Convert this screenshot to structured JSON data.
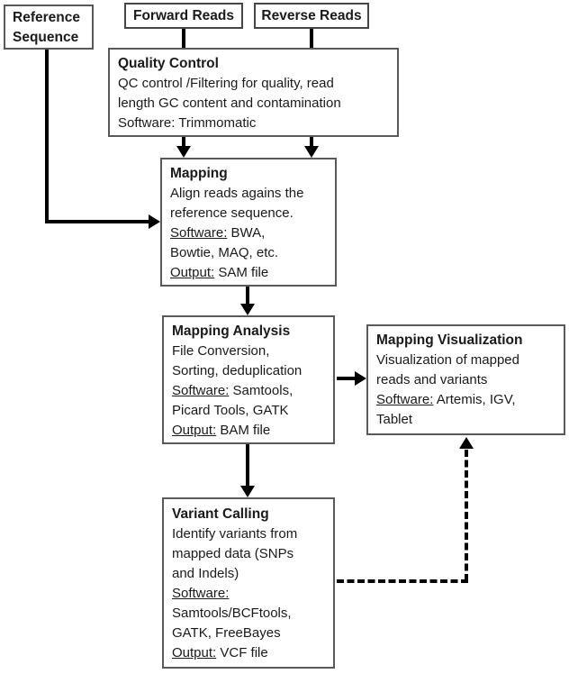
{
  "diagram": {
    "colors": {
      "background": "#ffffff",
      "box_border": "#595959",
      "text": "#1a1a1a",
      "connector": "#000000"
    },
    "boxes": {
      "reference_sequence": {
        "lines": [
          [
            {
              "t": "Reference",
              "b": true
            }
          ],
          [
            {
              "t": "Sequence",
              "b": true
            }
          ]
        ]
      },
      "forward_reads": {
        "lines": [
          [
            {
              "t": "Forward Reads",
              "b": true
            }
          ]
        ]
      },
      "reverse_reads": {
        "lines": [
          [
            {
              "t": "Reverse Reads",
              "b": true
            }
          ]
        ]
      },
      "quality_control": {
        "lines": [
          [
            {
              "t": "Quality Control",
              "b": true
            }
          ],
          [
            {
              "t": "QC control /Filtering for quality, read"
            }
          ],
          [
            {
              "t": "length GC content and contamination"
            }
          ],
          [
            {
              "t": "Software: Trimmomatic"
            }
          ]
        ]
      },
      "mapping": {
        "lines": [
          [
            {
              "t": "Mapping",
              "b": true
            }
          ],
          [
            {
              "t": "Align reads agains the"
            }
          ],
          [
            {
              "t": "reference sequence."
            }
          ],
          [
            {
              "t": "Software:",
              "u": true
            },
            {
              "t": " BWA,"
            }
          ],
          [
            {
              "t": "Bowtie, MAQ, etc."
            }
          ],
          [
            {
              "t": "Output:",
              "u": true
            },
            {
              "t": " SAM file"
            }
          ]
        ]
      },
      "mapping_analysis": {
        "lines": [
          [
            {
              "t": "Mapping Analysis",
              "b": true
            }
          ],
          [
            {
              "t": "File Conversion,"
            }
          ],
          [
            {
              "t": "Sorting, deduplication"
            }
          ],
          [
            {
              "t": "Software:",
              "u": true
            },
            {
              "t": " Samtools,"
            }
          ],
          [
            {
              "t": "Picard Tools, GATK"
            }
          ],
          [
            {
              "t": "Output:",
              "u": true
            },
            {
              "t": " BAM file"
            }
          ]
        ]
      },
      "mapping_visualization": {
        "lines": [
          [
            {
              "t": "Mapping Visualization",
              "b": true
            }
          ],
          [
            {
              "t": "Visualization of mapped"
            }
          ],
          [
            {
              "t": "reads and variants"
            }
          ],
          [
            {
              "t": "Software:",
              "u": true
            },
            {
              "t": " Artemis, IGV,"
            }
          ],
          [
            {
              "t": "Tablet"
            }
          ]
        ]
      },
      "variant_calling": {
        "lines": [
          [
            {
              "t": "Variant Calling",
              "b": true
            }
          ],
          [
            {
              "t": "Identify variants from"
            }
          ],
          [
            {
              "t": "mapped data (SNPs"
            }
          ],
          [
            {
              "t": "and Indels)"
            }
          ],
          [
            {
              "t": "Software:",
              "u": true
            }
          ],
          [
            {
              "t": "Samtools/BCFtools,"
            }
          ],
          [
            {
              "t": "GATK, FreeBayes"
            }
          ],
          [
            {
              "t": "Output:",
              "u": true
            },
            {
              "t": " VCF file"
            }
          ]
        ]
      }
    },
    "connectors": [
      {
        "from": "forward_reads",
        "to": "quality_control",
        "style": "solid-line"
      },
      {
        "from": "reverse_reads",
        "to": "quality_control",
        "style": "solid-line"
      },
      {
        "from": "quality_control",
        "to": "mapping",
        "style": "solid-arrow",
        "count": 2
      },
      {
        "from": "reference_sequence",
        "to": "mapping",
        "style": "solid-arrow-elbow"
      },
      {
        "from": "mapping",
        "to": "mapping_analysis",
        "style": "solid-arrow"
      },
      {
        "from": "mapping_analysis",
        "to": "mapping_visualization",
        "style": "solid-arrow"
      },
      {
        "from": "mapping_analysis",
        "to": "variant_calling",
        "style": "solid-arrow"
      },
      {
        "from": "variant_calling",
        "to": "mapping_visualization",
        "style": "dashed-arrow-elbow"
      }
    ]
  }
}
